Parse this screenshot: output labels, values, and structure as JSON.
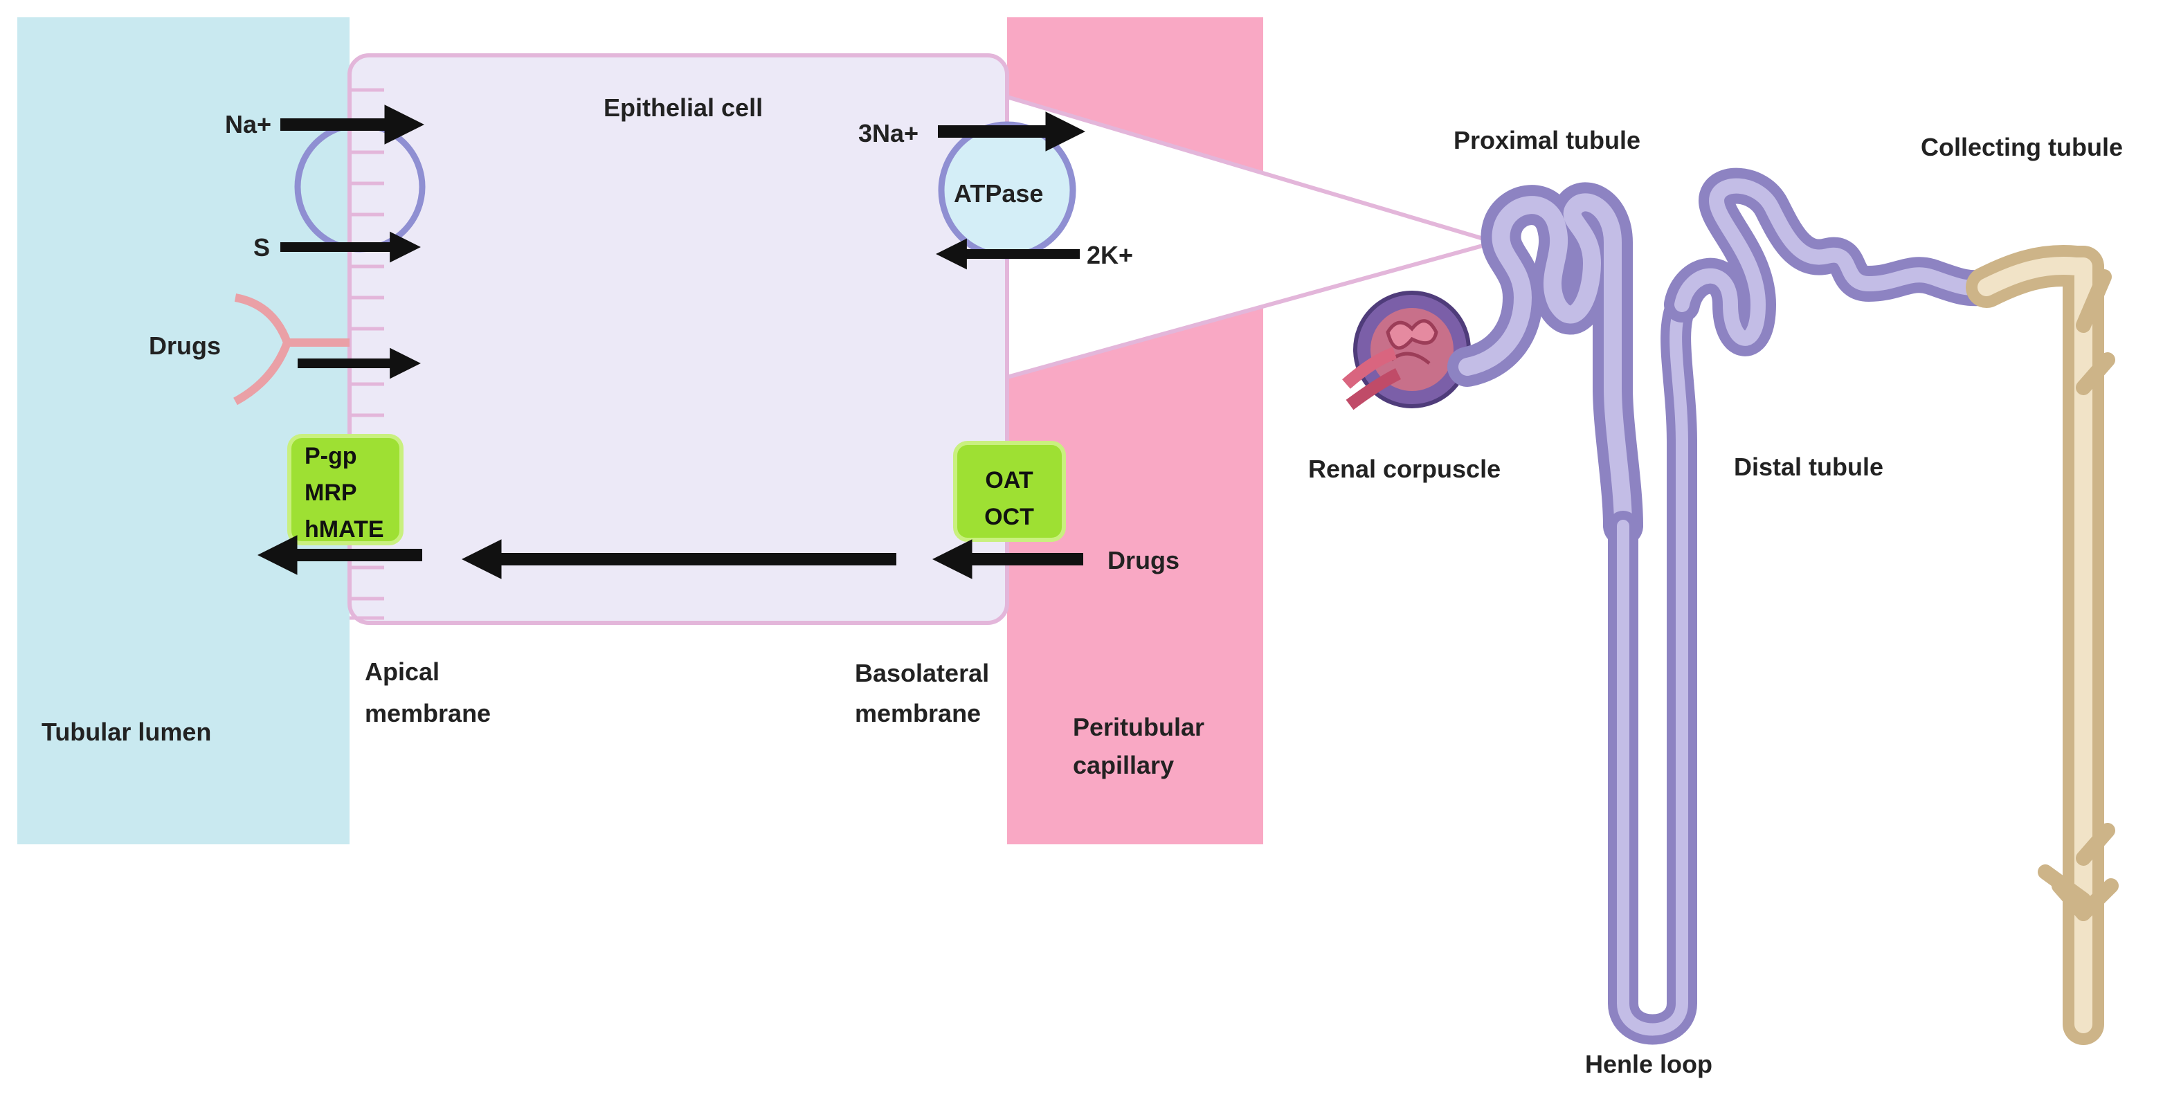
{
  "labels": {
    "epithelial_cell": "Epithelial cell",
    "tubular_lumen": "Tubular lumen",
    "apical_membrane_1": "Apical",
    "apical_membrane_2": "membrane",
    "basolateral_membrane_1": "Basolateral",
    "basolateral_membrane_2": "membrane",
    "peritubular_capillary_1": "Peritubular",
    "peritubular_capillary_2": "capillary",
    "na": "Na+",
    "s": "S",
    "drugs_lumen": "Drugs",
    "drugs_blood": "Drugs",
    "three_na": "3Na+",
    "atpase": "ATPase",
    "two_k": "2K+",
    "proximal_tubule": "Proximal tubule",
    "collecting_tubule": "Collecting tubule",
    "renal_corpuscle": "Renal corpuscle",
    "distal_tubule": "Distal tubule",
    "henle_loop": "Henle loop"
  },
  "apical_transporters": [
    "P-gp",
    "MRP",
    "hMATE"
  ],
  "basolateral_transporters": [
    "OAT",
    "OCT"
  ],
  "colors": {
    "lumen": "#c9e9f0",
    "capillary": "#f9a8c4",
    "cell": "#ece9f7",
    "cell_border": "#e3b6da",
    "transporter": "#9ee033",
    "tubule": "#a49cd0",
    "collecting_duct": "#e0cba4"
  }
}
